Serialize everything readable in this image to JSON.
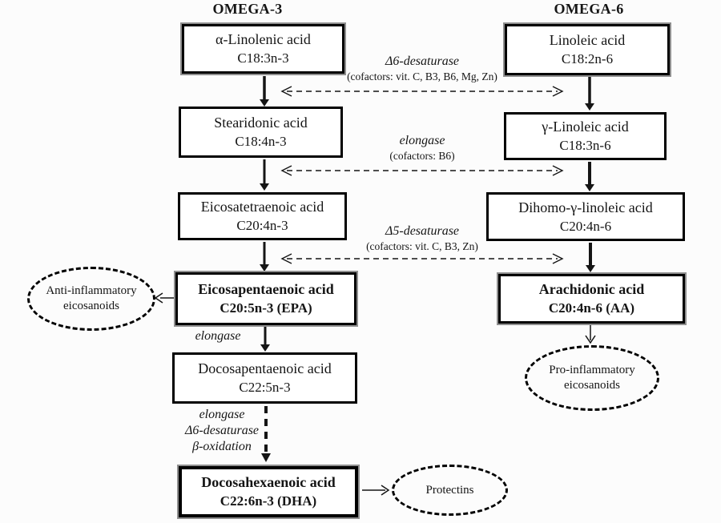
{
  "columns": {
    "omega3": {
      "title": "OMEGA-3",
      "boxes": [
        {
          "name": "α-Linolenic acid",
          "formula": "C18:3n-3"
        },
        {
          "name": "Stearidonic acid",
          "formula": "C18:4n-3"
        },
        {
          "name": "Eicosatetraenoic acid",
          "formula": "C20:4n-3"
        },
        {
          "name": "Eicosapentaenoic acid",
          "formula": "C20:5n-3 (EPA)"
        },
        {
          "name": "Docosapentaenoic acid",
          "formula": "C22:5n-3"
        },
        {
          "name": "Docosahexaenoic acid",
          "formula": "C22:6n-3 (DHA)"
        }
      ]
    },
    "omega6": {
      "title": "OMEGA-6",
      "boxes": [
        {
          "name": "Linoleic acid",
          "formula": "C18:2n-6"
        },
        {
          "name": "γ-Linoleic acid",
          "formula": "C18:3n-6"
        },
        {
          "name": "Dihomo-γ-linoleic acid",
          "formula": "C20:4n-6"
        },
        {
          "name": "Arachidonic acid",
          "formula": "C20:4n-6 (AA)"
        }
      ]
    }
  },
  "enzymes": [
    {
      "name": "Δ6-desaturase",
      "cofactors": "(cofactors: vit. C, B3, B6, Mg, Zn)"
    },
    {
      "name": "elongase",
      "cofactors": "(cofactors: B6)"
    },
    {
      "name": "Δ5-desaturase",
      "cofactors": "(cofactors: vit. C, B3, Zn)"
    }
  ],
  "step_labels": {
    "epa_to_dpa": "elongase",
    "dpa_to_dha": [
      "elongase",
      "Δ6-desaturase",
      "β-oxidation"
    ]
  },
  "ellipses": {
    "anti": {
      "line1": "Anti-inflammatory",
      "line2": "eicosanoids"
    },
    "pro": {
      "line1": "Pro-inflammatory",
      "line2": "eicosanoids"
    },
    "protectins": "Protectins"
  },
  "colors": {
    "ink": "#151515",
    "box_shadow_gray": "#8f8f8f",
    "background": "#fcfcfc"
  }
}
